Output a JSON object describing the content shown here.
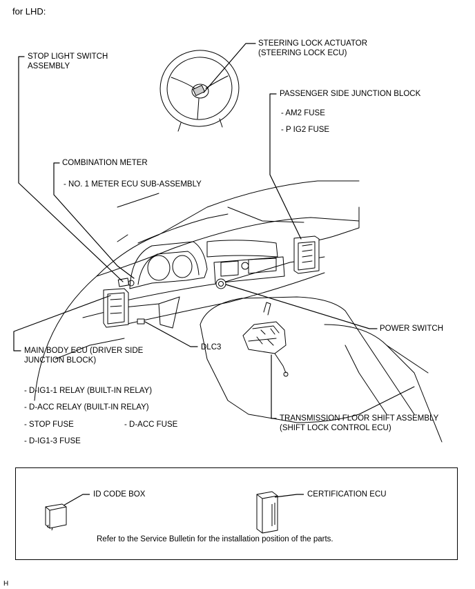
{
  "header": {
    "title": "for LHD:"
  },
  "labels": {
    "steering_lock_1": "STEERING LOCK ACTUATOR",
    "steering_lock_2": "(STEERING LOCK ECU)",
    "stop_light_1": "STOP LIGHT SWITCH",
    "stop_light_2": "ASSEMBLY",
    "passenger_jb": "PASSENGER SIDE JUNCTION BLOCK",
    "am2_fuse": "- AM2 FUSE",
    "pig2_fuse": "- P IG2 FUSE",
    "combination_meter": "COMBINATION METER",
    "meter_ecu": "- NO. 1 METER ECU SUB-ASSEMBLY",
    "power_switch": "POWER SWITCH",
    "main_body_1": "MAIN BODY ECU (DRIVER SIDE",
    "main_body_2": "JUNCTION BLOCK)",
    "dlc3": "DLC3",
    "dig1_relay": "- D-IG1-1 RELAY (BUILT-IN RELAY)",
    "dacc_relay": "- D-ACC RELAY (BUILT-IN RELAY)",
    "stop_fuse": "- STOP FUSE",
    "dacc_fuse": "- D-ACC FUSE",
    "dig13_fuse": "- D-IG1-3 FUSE",
    "transmission_1": "TRANSMISSION FLOOR SHIFT ASSEMBLY",
    "transmission_2": "(SHIFT LOCK CONTROL ECU)"
  },
  "note_box": {
    "id_code_box": "ID CODE BOX",
    "certification_ecu": "CERTIFICATION ECU",
    "note": "Refer to the Service Bulletin for the installation position of the parts."
  },
  "footer": {
    "code": "H"
  }
}
